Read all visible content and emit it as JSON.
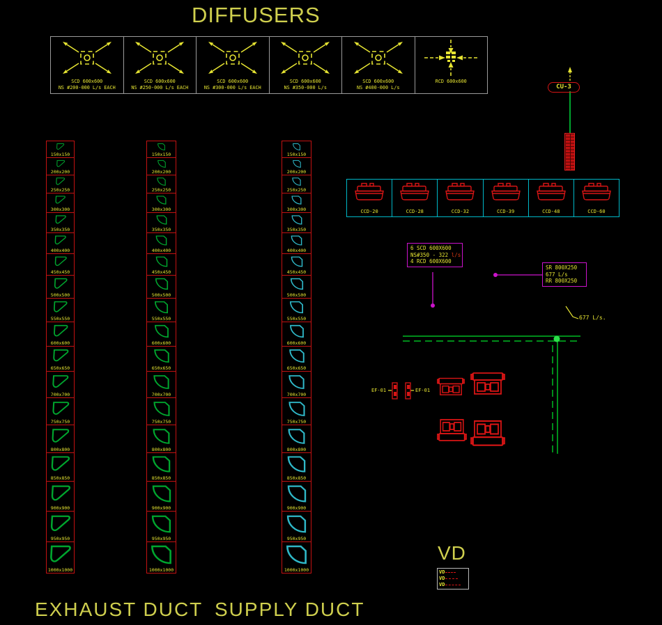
{
  "title": "DIFFUSERS",
  "colors": {
    "yellow": "#e6e432",
    "red": "#d81515",
    "box_red": "#c31212",
    "green": "#00a52e",
    "cyan": "#2fb8c8",
    "magenta": "#cc13cc",
    "bright_green": "#2ce04a",
    "gray": "#9b9b9b"
  },
  "diffuser_legend": {
    "items": [
      {
        "type": "scd",
        "line1": "SCD 600x600",
        "line2": "NS #200-000 L/s EACH"
      },
      {
        "type": "scd",
        "line1": "SCD 600x600",
        "line2": "NS #250-000 L/s EACH"
      },
      {
        "type": "scd",
        "line1": "SCD 600x600",
        "line2": "NS #300-000 L/s EACH"
      },
      {
        "type": "scd",
        "line1": "SCD 600x600",
        "line2": "NS #350-000 L/s"
      },
      {
        "type": "scd",
        "line1": "SCD 600x600",
        "line2": "NS #400-000 L/s"
      },
      {
        "type": "rcd",
        "line1": "RCD 600x600",
        "line2": ""
      }
    ]
  },
  "duct_sizes": [
    "150x150",
    "200x200",
    "250x250",
    "300x300",
    "350x350",
    "400x400",
    "450x450",
    "500x500",
    "550x550",
    "600x600",
    "650x650",
    "700x700",
    "750x750",
    "800x800",
    "850x850",
    "900x900",
    "950x950",
    "1000x1000"
  ],
  "duct_columns": [
    {
      "id": "exhaust-1",
      "shape": "tri",
      "color_key": "green"
    },
    {
      "id": "exhaust-2",
      "shape": "pie",
      "color_key": "green"
    },
    {
      "id": "supply-1",
      "shape": "pie",
      "color_key": "cyan"
    }
  ],
  "cu3": {
    "label": "CU-3"
  },
  "ccd_row": {
    "items": [
      "CCD-20",
      "CCD-28",
      "CCD-32",
      "CCD-39",
      "CCD-48",
      "CCD-60"
    ]
  },
  "callouts": {
    "box_a": {
      "line1": "6 SCD 600X600",
      "line2_value": "NS#350 - 322",
      "line2_unit": "l/s",
      "line3": "4 RCD 600X600"
    },
    "box_b": {
      "line1": "SR 800X250",
      "line2": "677 L/s",
      "line3": "RR 800X250"
    },
    "flow_label": "677 L/s."
  },
  "ef": {
    "left_label": "EF-01",
    "right_label": "EF-01"
  },
  "vd": {
    "title": "VD",
    "legend_rows": [
      {
        "label": "VD"
      },
      {
        "label": "VD"
      },
      {
        "label": "VD"
      }
    ]
  },
  "footer": {
    "exhaust": "EXHAUST DUCT",
    "supply": "SUPPLY DUCT"
  }
}
